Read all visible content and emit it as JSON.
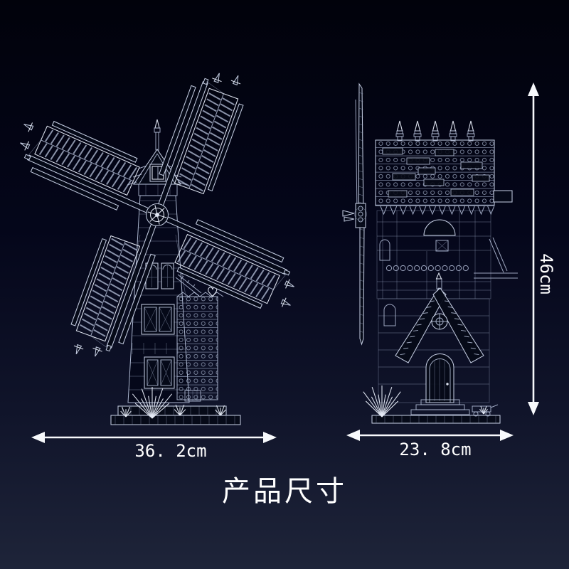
{
  "page": {
    "background_top": "#01020b",
    "background_bottom": "#1e2439",
    "line_color": "#b6c1da",
    "text_color": "#ffffff"
  },
  "title": {
    "text": "产品尺寸"
  },
  "dimensions": {
    "front_width": {
      "value": "36. 2cm"
    },
    "side_width": {
      "value": "23. 8cm"
    },
    "height": {
      "value": "46cm"
    }
  },
  "icons": {
    "front_width_arrow": "horizontal-double-headed-arrow",
    "side_width_arrow": "horizontal-double-headed-arrow",
    "height_arrow": "vertical-double-headed-arrow"
  }
}
